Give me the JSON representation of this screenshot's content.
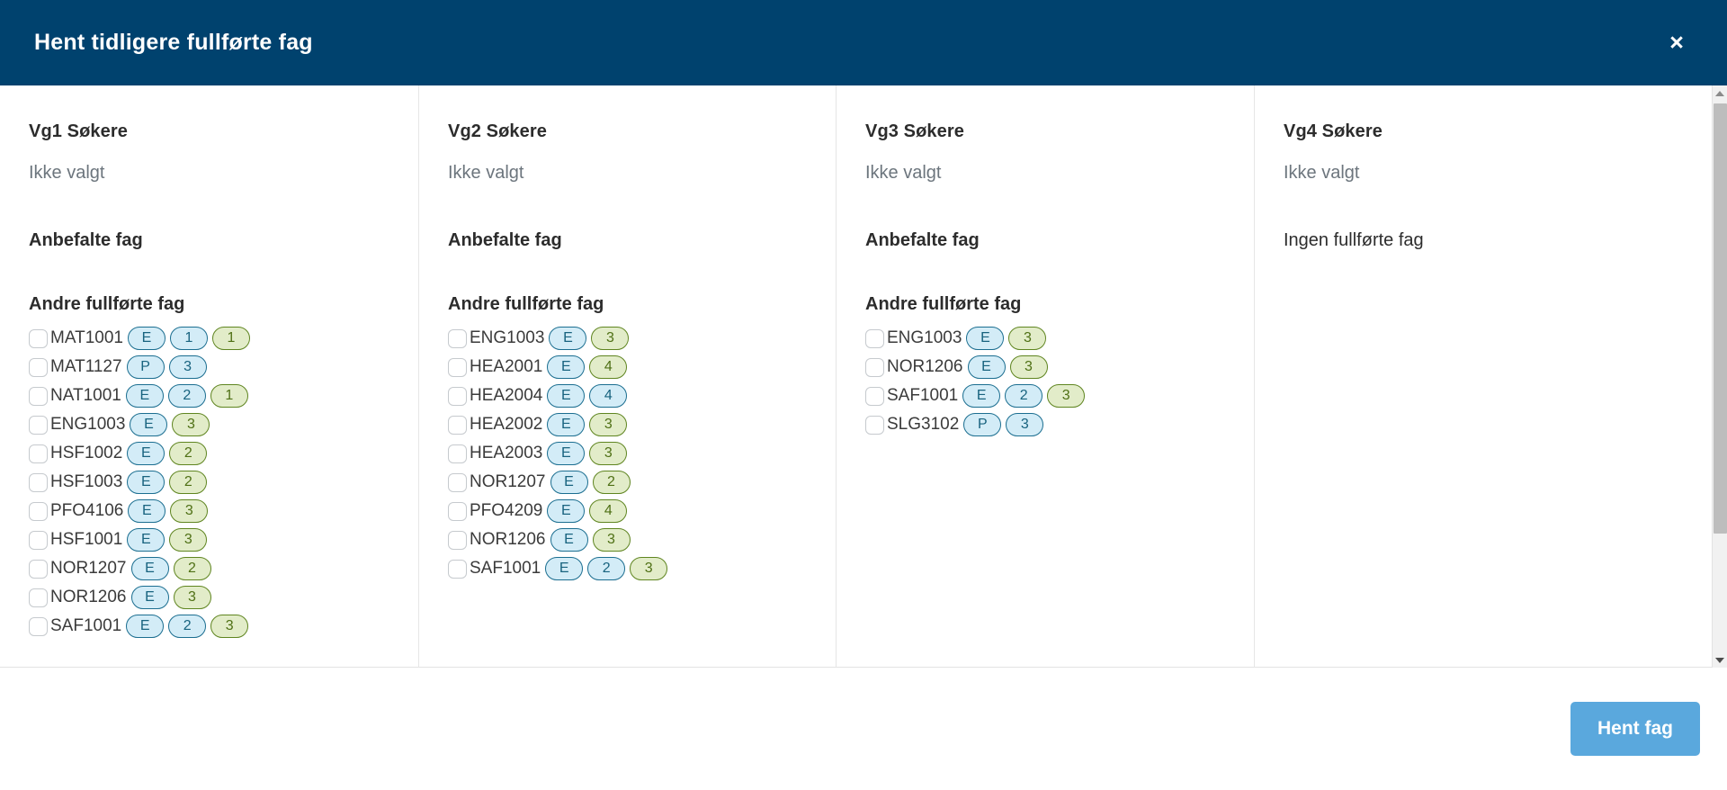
{
  "header": {
    "title": "Hent tidligere fullførte fag",
    "close_label": "×",
    "background": "#00426e"
  },
  "columns": [
    {
      "title": "Vg1 Søkere",
      "selection": "Ikke valgt",
      "recommended_heading": "Anbefalte fag",
      "other_heading": "Andre fullførte fag",
      "empty_note": null,
      "subjects": [
        {
          "code": "MAT1001",
          "badges": [
            {
              "text": "E",
              "color": "blue"
            },
            {
              "text": "1",
              "color": "blue"
            },
            {
              "text": "1",
              "color": "green"
            }
          ]
        },
        {
          "code": "MAT1127",
          "badges": [
            {
              "text": "P",
              "color": "blue"
            },
            {
              "text": "3",
              "color": "blue"
            }
          ]
        },
        {
          "code": "NAT1001",
          "badges": [
            {
              "text": "E",
              "color": "blue"
            },
            {
              "text": "2",
              "color": "blue"
            },
            {
              "text": "1",
              "color": "green"
            }
          ]
        },
        {
          "code": "ENG1003",
          "badges": [
            {
              "text": "E",
              "color": "blue"
            },
            {
              "text": "3",
              "color": "green"
            }
          ]
        },
        {
          "code": "HSF1002",
          "badges": [
            {
              "text": "E",
              "color": "blue"
            },
            {
              "text": "2",
              "color": "green"
            }
          ]
        },
        {
          "code": "HSF1003",
          "badges": [
            {
              "text": "E",
              "color": "blue"
            },
            {
              "text": "2",
              "color": "green"
            }
          ]
        },
        {
          "code": "PFO4106",
          "badges": [
            {
              "text": "E",
              "color": "blue"
            },
            {
              "text": "3",
              "color": "green"
            }
          ]
        },
        {
          "code": "HSF1001",
          "badges": [
            {
              "text": "E",
              "color": "blue"
            },
            {
              "text": "3",
              "color": "green"
            }
          ]
        },
        {
          "code": "NOR1207",
          "badges": [
            {
              "text": "E",
              "color": "blue"
            },
            {
              "text": "2",
              "color": "green"
            }
          ]
        },
        {
          "code": "NOR1206",
          "badges": [
            {
              "text": "E",
              "color": "blue"
            },
            {
              "text": "3",
              "color": "green"
            }
          ]
        },
        {
          "code": "SAF1001",
          "badges": [
            {
              "text": "E",
              "color": "blue"
            },
            {
              "text": "2",
              "color": "blue"
            },
            {
              "text": "3",
              "color": "green"
            }
          ]
        }
      ]
    },
    {
      "title": "Vg2 Søkere",
      "selection": "Ikke valgt",
      "recommended_heading": "Anbefalte fag",
      "other_heading": "Andre fullførte fag",
      "empty_note": null,
      "subjects": [
        {
          "code": "ENG1003",
          "badges": [
            {
              "text": "E",
              "color": "blue"
            },
            {
              "text": "3",
              "color": "green"
            }
          ]
        },
        {
          "code": "HEA2001",
          "badges": [
            {
              "text": "E",
              "color": "blue"
            },
            {
              "text": "4",
              "color": "green"
            }
          ]
        },
        {
          "code": "HEA2004",
          "badges": [
            {
              "text": "E",
              "color": "blue"
            },
            {
              "text": "4",
              "color": "blue"
            }
          ]
        },
        {
          "code": "HEA2002",
          "badges": [
            {
              "text": "E",
              "color": "blue"
            },
            {
              "text": "3",
              "color": "green"
            }
          ]
        },
        {
          "code": "HEA2003",
          "badges": [
            {
              "text": "E",
              "color": "blue"
            },
            {
              "text": "3",
              "color": "green"
            }
          ]
        },
        {
          "code": "NOR1207",
          "badges": [
            {
              "text": "E",
              "color": "blue"
            },
            {
              "text": "2",
              "color": "green"
            }
          ]
        },
        {
          "code": "PFO4209",
          "badges": [
            {
              "text": "E",
              "color": "blue"
            },
            {
              "text": "4",
              "color": "green"
            }
          ]
        },
        {
          "code": "NOR1206",
          "badges": [
            {
              "text": "E",
              "color": "blue"
            },
            {
              "text": "3",
              "color": "green"
            }
          ]
        },
        {
          "code": "SAF1001",
          "badges": [
            {
              "text": "E",
              "color": "blue"
            },
            {
              "text": "2",
              "color": "blue"
            },
            {
              "text": "3",
              "color": "green"
            }
          ]
        }
      ]
    },
    {
      "title": "Vg3 Søkere",
      "selection": "Ikke valgt",
      "recommended_heading": "Anbefalte fag",
      "other_heading": "Andre fullførte fag",
      "empty_note": null,
      "subjects": [
        {
          "code": "ENG1003",
          "badges": [
            {
              "text": "E",
              "color": "blue"
            },
            {
              "text": "3",
              "color": "green"
            }
          ]
        },
        {
          "code": "NOR1206",
          "badges": [
            {
              "text": "E",
              "color": "blue"
            },
            {
              "text": "3",
              "color": "green"
            }
          ]
        },
        {
          "code": "SAF1001",
          "badges": [
            {
              "text": "E",
              "color": "blue"
            },
            {
              "text": "2",
              "color": "blue"
            },
            {
              "text": "3",
              "color": "green"
            }
          ]
        },
        {
          "code": "SLG3102",
          "badges": [
            {
              "text": "P",
              "color": "blue"
            },
            {
              "text": "3",
              "color": "blue"
            }
          ]
        }
      ]
    },
    {
      "title": "Vg4 Søkere",
      "selection": "Ikke valgt",
      "recommended_heading": null,
      "other_heading": null,
      "empty_note": "Ingen fullførte fag",
      "subjects": []
    }
  ],
  "scrollbar": {
    "up_arrow": "▲",
    "down_arrow": "▼"
  },
  "footer": {
    "submit_label": "Hent fag",
    "submit_color": "#5aa8dd"
  }
}
